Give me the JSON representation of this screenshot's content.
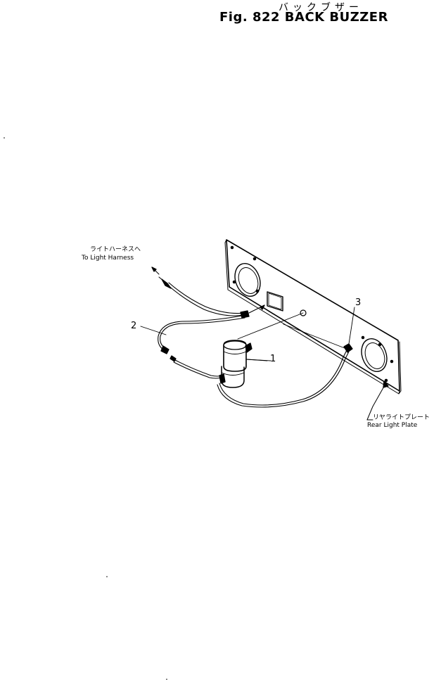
{
  "figure": {
    "title_jp": "バックブザー",
    "title_en": "Fig. 822  BACK  BUZZER"
  },
  "labels": {
    "light_harness_jp": "ライトハーネスへ",
    "light_harness_en": "To Light Harness",
    "rear_plate_jp": "リヤライトプレート",
    "rear_plate_en": "Rear Light Plate"
  },
  "callouts": {
    "one": "1",
    "two": "2",
    "three": "3"
  }
}
